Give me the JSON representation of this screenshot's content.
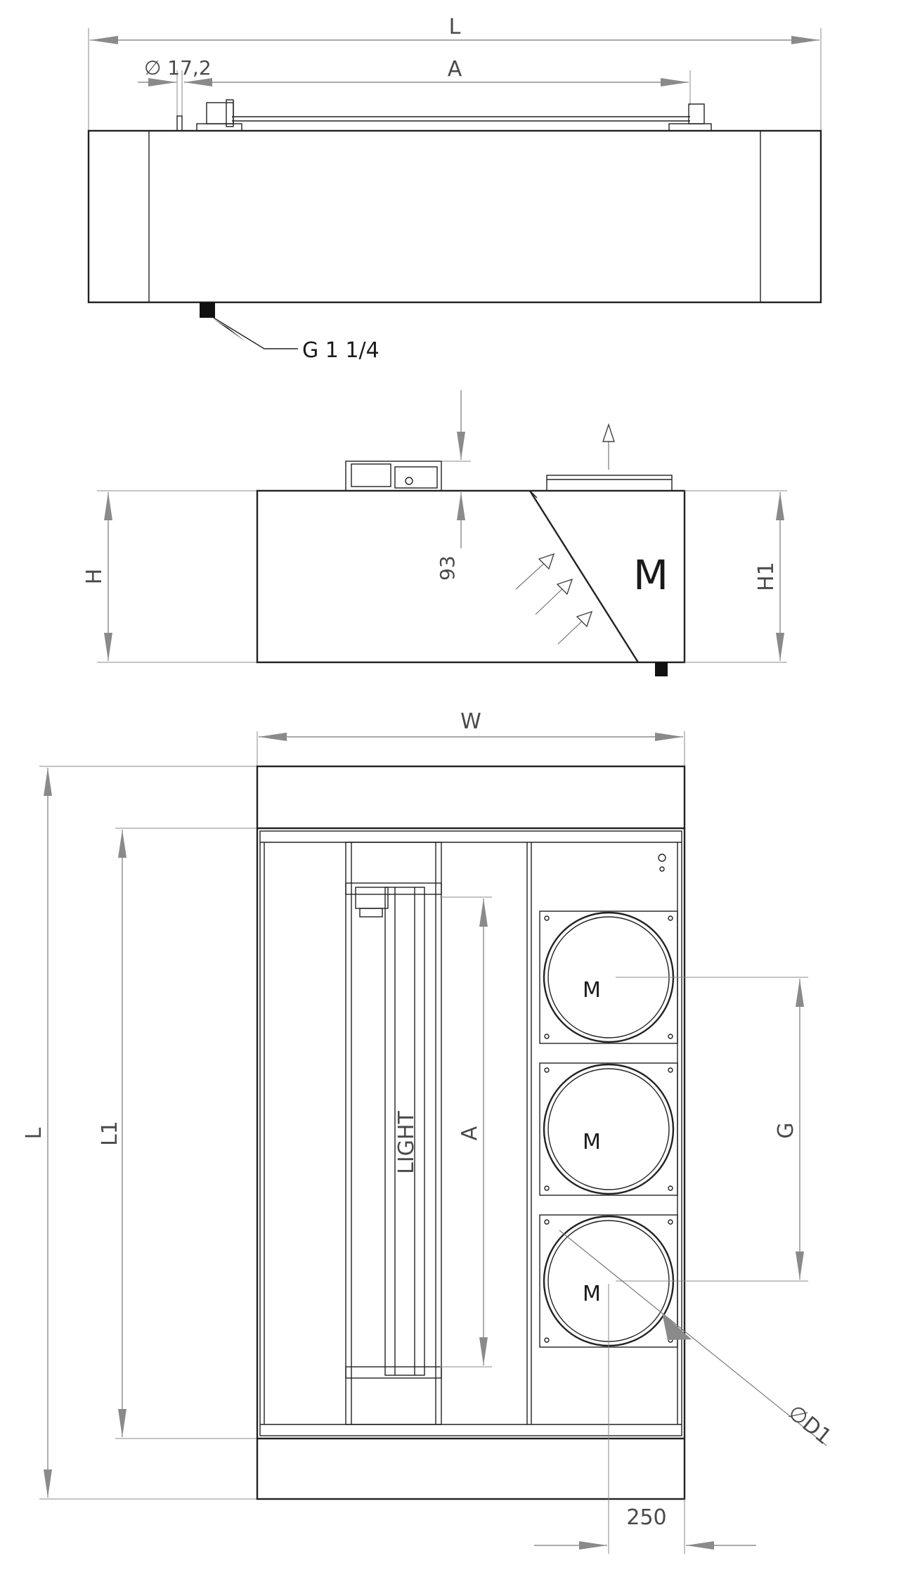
{
  "top_view": {
    "dim_length": "L",
    "dim_pipe_diameter": "∅ 17,2",
    "dim_a": "A",
    "connection": "G 1 1/4"
  },
  "side_view": {
    "dim_h": "H",
    "dim_93": "93",
    "dim_h1": "H1",
    "motor": "M"
  },
  "plan_view": {
    "dim_w": "W",
    "dim_l": "L",
    "dim_l1": "L1",
    "dim_a": "A",
    "dim_g": "G",
    "dim_d1": "∅D1",
    "dim_250": "250",
    "light": "LIGHT",
    "motors": [
      "M",
      "M",
      "M"
    ]
  }
}
